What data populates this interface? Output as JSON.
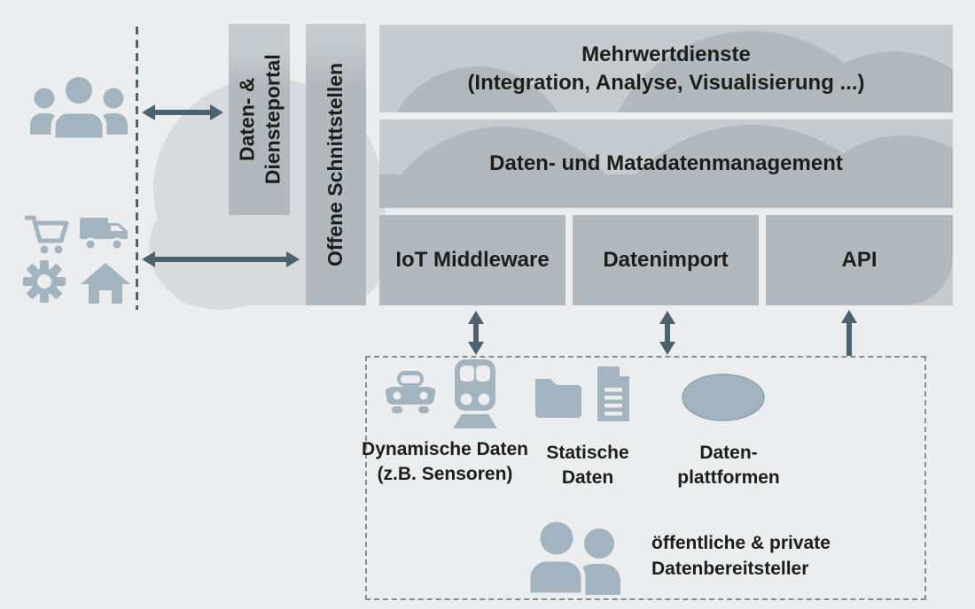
{
  "diagram_title": "",
  "colors": {
    "background": "#ecedee",
    "cloud_light": "#d8dbdd",
    "box": "#c5cbce",
    "box_dark": "#b2b9be",
    "icon": "#a3b4c1",
    "arrow": "#4c626e",
    "dash_border": "#828e96",
    "text": "#1d1d1b"
  },
  "actors": {
    "consumers_icon": "users-group-icon",
    "business_icons": [
      "shopping-cart-icon",
      "delivery-truck-icon",
      "gear-icon",
      "house-icon"
    ]
  },
  "cloud": {
    "portal": {
      "label": "Daten- &\nDiensteportal"
    },
    "interfaces": {
      "label": "Offene Schnittstellen"
    },
    "services": {
      "label": "Mehrwertdienste\n(Integration, Analyse, Visualisierung ...)"
    },
    "management": {
      "label": "Daten- und Matadatenmanagement"
    },
    "modules": [
      {
        "label": "IoT Middleware"
      },
      {
        "label": "Datenimport"
      },
      {
        "label": "API"
      }
    ]
  },
  "sources": {
    "dynamic": {
      "label": "Dynamische Daten\n(z.B. Sensoren)",
      "icons": [
        "car-icon",
        "train-icon"
      ]
    },
    "static": {
      "label": "Statische\nDaten",
      "icons": [
        "folder-icon",
        "document-icon"
      ]
    },
    "platforms": {
      "label": "Daten-\nplattformen",
      "icons": [
        "database-ellipse-icon"
      ]
    },
    "providers": {
      "label": "öffentliche & private\nDatenbereitsteller",
      "icons": [
        "data-providers-icon"
      ]
    }
  },
  "connections": [
    {
      "name": "users-to-portal",
      "type": "double-arrow-horizontal"
    },
    {
      "name": "business-to-interfaces",
      "type": "double-arrow-horizontal"
    },
    {
      "name": "iot-to-sources",
      "type": "double-arrow-vertical"
    },
    {
      "name": "import-to-sources",
      "type": "double-arrow-vertical"
    },
    {
      "name": "sources-to-api",
      "type": "single-arrow-up"
    }
  ]
}
